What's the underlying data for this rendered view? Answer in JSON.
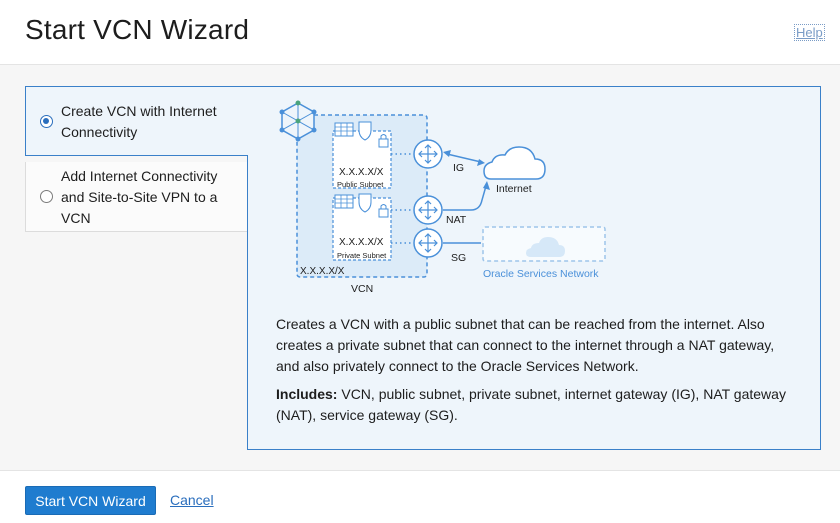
{
  "header": {
    "title": "Start VCN Wizard",
    "help_label": "Help"
  },
  "options": [
    {
      "label": "Create VCN with Internet Connectivity",
      "selected": true
    },
    {
      "label": "Add Internet Connectivity and Site-to-Site VPN to a VCN",
      "selected": false
    }
  ],
  "diagram": {
    "public_cidr": "X.X.X.X/X",
    "public_subnet": "Public Subnet",
    "private_cidr": "X.X.X.X/X",
    "private_subnet": "Private Subnet",
    "vcn_cidr": "X.X.X.X/X",
    "vcn_label": "VCN",
    "ig_label": "IG",
    "nat_label": "NAT",
    "sg_label": "SG",
    "internet_label": "Internet",
    "osn_label": "Oracle Services Network"
  },
  "description": "Creates a VCN with a public subnet that can be reached from the internet. Also creates a private subnet that can connect to the internet through a NAT gateway, and also privately connect to the Oracle Services Network.",
  "includes": {
    "label": "Includes:",
    "text": " VCN, public subnet, private subnet, internet gateway (IG), NAT gateway (NAT), service gateway (SG)."
  },
  "footer": {
    "primary_label": "Start VCN Wizard",
    "cancel_label": "Cancel"
  },
  "colors": {
    "accent": "#1f7ccf",
    "diagram_blue": "#4a90d9",
    "panel_bg": "#eef5fb"
  }
}
